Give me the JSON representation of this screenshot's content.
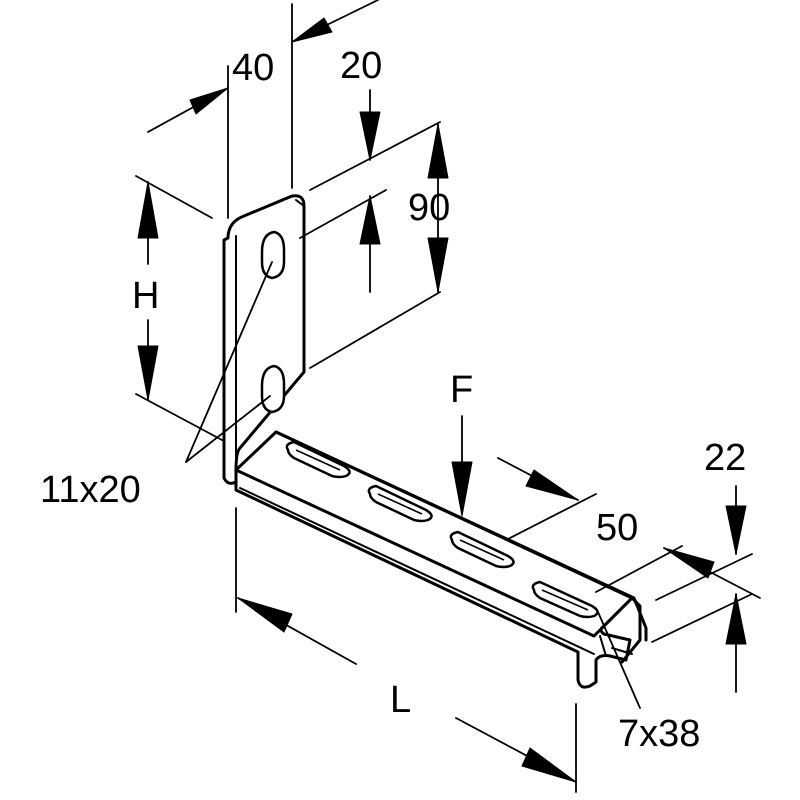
{
  "drawing": {
    "labels": {
      "plate_width": "40",
      "hole_offset": "20",
      "hole_spacing": "90",
      "height": "H",
      "hole_size": "11x20",
      "load": "F",
      "channel_width": "50",
      "channel_depth": "22",
      "length": "L",
      "slot_size": "7x38"
    }
  }
}
